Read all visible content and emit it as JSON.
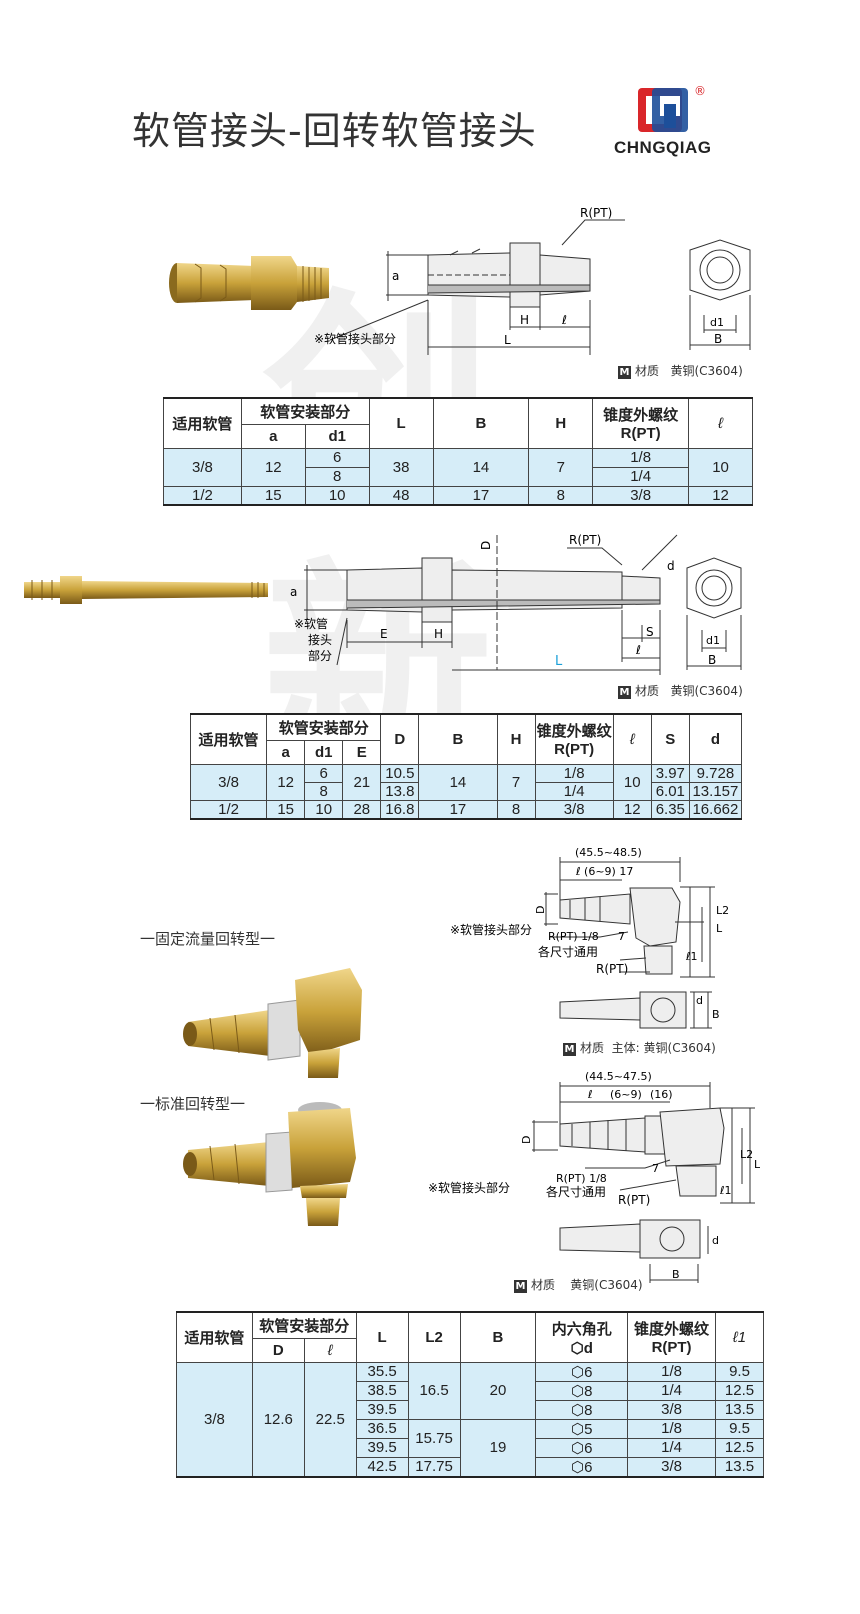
{
  "title": "软管接头-回转软管接头",
  "logo": {
    "text": "CHNGQIAG",
    "mark": "®"
  },
  "watermark": "创新",
  "drawing1": {
    "labels": {
      "r_pt": "R(PT)",
      "a": "a",
      "h": "H",
      "l_small": "ℓ",
      "L": "L",
      "d1": "d1",
      "B": "B",
      "note": "※软管接头部分"
    },
    "material": {
      "icon": "M",
      "label": "材质",
      "value": "黄铜(C3604)"
    }
  },
  "table1": {
    "headers": {
      "hose": "适用软管",
      "install": "软管安装部分",
      "a": "a",
      "d1": "d1",
      "L": "L",
      "B": "B",
      "H": "H",
      "thread": "锥度外螺纹",
      "thread_r": "R(PT)",
      "l": "ℓ"
    },
    "rows": [
      {
        "hose": "3/8",
        "a": "12",
        "d1": [
          "6",
          "8"
        ],
        "L": "38",
        "B": "14",
        "H": "7",
        "thread": [
          "1/8",
          "1/4"
        ],
        "l": "10"
      },
      {
        "hose": "1/2",
        "a": "15",
        "d1": [
          "10"
        ],
        "L": "48",
        "B": "17",
        "H": "8",
        "thread": [
          "3/8"
        ],
        "l": "12"
      }
    ]
  },
  "drawing2": {
    "labels": {
      "D": "D",
      "r_pt": "R(PT)",
      "d": "d",
      "a": "a",
      "E": "E",
      "H": "H",
      "S": "S",
      "l_small": "ℓ",
      "L": "L",
      "d1": "d1",
      "B": "B",
      "note1": "※软管",
      "note2": "接头",
      "note3": "部分"
    },
    "material": {
      "icon": "M",
      "label": "材质",
      "value": "黄铜(C3604)"
    }
  },
  "table2": {
    "headers": {
      "hose": "适用软管",
      "install": "软管安装部分",
      "a": "a",
      "d1": "d1",
      "E": "E",
      "D": "D",
      "B": "B",
      "H": "H",
      "thread": "锥度外螺纹",
      "thread_r": "R(PT)",
      "l": "ℓ",
      "S": "S",
      "d": "d"
    },
    "rows": [
      {
        "hose": "3/8",
        "a": "12",
        "d1": [
          "6",
          "8"
        ],
        "E": "21",
        "D": [
          "10.5",
          "13.8"
        ],
        "B": "14",
        "H": "7",
        "thread": [
          "1/8",
          "1/4"
        ],
        "l": "10",
        "S": [
          "3.97",
          "6.01"
        ],
        "d": [
          "9.728",
          "13.157"
        ]
      },
      {
        "hose": "1/2",
        "a": "15",
        "d1": [
          "10"
        ],
        "E": "28",
        "D": [
          "16.8"
        ],
        "B": "17",
        "H": "8",
        "thread": [
          "3/8"
        ],
        "l": "12",
        "S": [
          "6.35"
        ],
        "d": [
          "16.662"
        ]
      }
    ]
  },
  "section_fixed": "一固定流量回转型一",
  "section_standard": "一标准回转型一",
  "drawing3": {
    "labels": {
      "overall": "(45.5~48.5)",
      "inner": "ℓ (6~9) 17",
      "D": "D",
      "note": "※软管接头部分",
      "r_pt18": "R(PT) 1/8",
      "common": "各尺寸通用",
      "r_pt": "R(PT)",
      "L2": "L2",
      "L": "L",
      "l1": "ℓ1",
      "seven": "7",
      "d": "d",
      "B": "B"
    },
    "material": {
      "icon": "M",
      "label": "材质",
      "value": "主体: 黄铜(C3604)"
    }
  },
  "drawing4": {
    "labels": {
      "overall": "(44.5~47.5)",
      "l": "ℓ",
      "inner": "(6~9)",
      "sixteen": "(16)",
      "D": "D",
      "note": "※软管接头部分",
      "r_pt18": "R(PT) 1/8",
      "common": "各尺寸通用",
      "r_pt": "R(PT)",
      "L2": "L2",
      "L": "L",
      "l1": "ℓ1",
      "seven": "7",
      "d": "d",
      "B": "B"
    },
    "material": {
      "icon": "M",
      "label": "材质",
      "value": "黄铜(C3604)"
    }
  },
  "table3": {
    "headers": {
      "hose": "适用软管",
      "install": "软管安装部分",
      "D": "D",
      "l": "ℓ",
      "L": "L",
      "L2": "L2",
      "B": "B",
      "hex": "内六角孔",
      "hex_d": "⬡d",
      "thread": "锥度外螺纹",
      "thread_r": "R(PT)",
      "l1": "ℓ1"
    },
    "hose": "3/8",
    "D": "12.6",
    "l": "22.5",
    "L": [
      "35.5",
      "38.5",
      "39.5",
      "36.5",
      "39.5",
      "42.5"
    ],
    "L2": [
      "16.5",
      "15.75",
      "17.75"
    ],
    "B": [
      "20",
      "19"
    ],
    "hex": [
      "⬡6",
      "⬡8",
      "⬡8",
      "⬡5",
      "⬡6",
      "⬡6"
    ],
    "thread": [
      "1/8",
      "1/4",
      "3/8",
      "1/8",
      "1/4",
      "3/8"
    ],
    "l1": [
      "9.5",
      "12.5",
      "13.5",
      "9.5",
      "12.5",
      "13.5"
    ]
  },
  "colors": {
    "table_bg": "#d6edf8",
    "brass": "#c9a23a",
    "logo_red": "#d9262a",
    "logo_blue": "#1d4f9a",
    "dim_blue": "#1aa0d8"
  }
}
